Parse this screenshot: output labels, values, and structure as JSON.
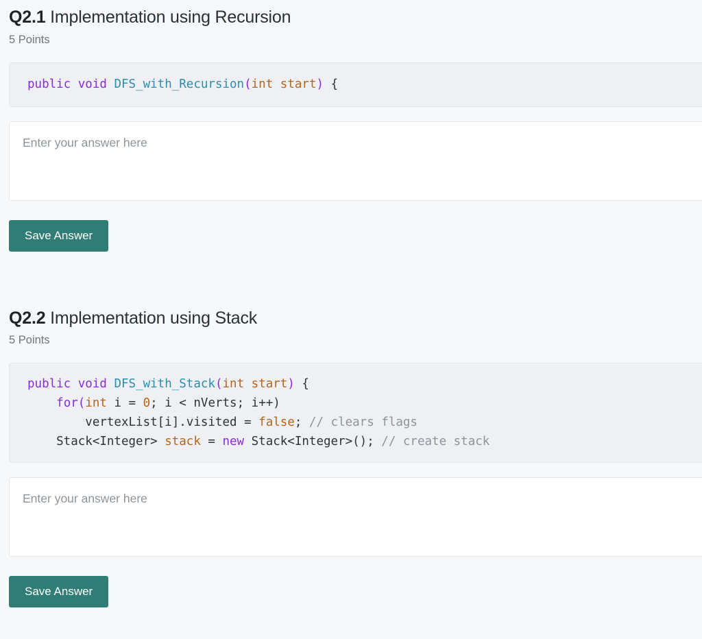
{
  "page": {
    "background_color": "#f7f8f9",
    "accent_color": "#2f7d74",
    "code_background": "#eef0f3"
  },
  "questions": [
    {
      "number": "Q2.1",
      "title": " Implementation using Recursion",
      "points": "5 Points",
      "code_lines": [
        [
          {
            "t": "public void ",
            "c": "kw"
          },
          {
            "t": "DFS_with_Recursion",
            "c": "fn"
          },
          {
            "t": "(",
            "c": "punct"
          },
          {
            "t": "int",
            "c": "type"
          },
          {
            "t": " ",
            "c": "plain"
          },
          {
            "t": "start",
            "c": "var"
          },
          {
            "t": ")",
            "c": "punct"
          },
          {
            "t": " {",
            "c": "plain"
          }
        ]
      ],
      "answer_placeholder": "Enter your answer here",
      "save_label": "Save Answer"
    },
    {
      "number": "Q2.2",
      "title": " Implementation using Stack",
      "points": "5 Points",
      "code_lines": [
        [
          {
            "t": "public void ",
            "c": "kw"
          },
          {
            "t": "DFS_with_Stack",
            "c": "fn"
          },
          {
            "t": "(",
            "c": "punct"
          },
          {
            "t": "int",
            "c": "type"
          },
          {
            "t": " ",
            "c": "plain"
          },
          {
            "t": "start",
            "c": "var"
          },
          {
            "t": ")",
            "c": "punct"
          },
          {
            "t": " {",
            "c": "plain"
          }
        ],
        [
          {
            "t": "    ",
            "c": "plain"
          },
          {
            "t": "for",
            "c": "kw"
          },
          {
            "t": "(",
            "c": "punct"
          },
          {
            "t": "int",
            "c": "type"
          },
          {
            "t": " i = ",
            "c": "plain"
          },
          {
            "t": "0",
            "c": "num"
          },
          {
            "t": "; i < nVerts; i++)",
            "c": "plain"
          }
        ],
        [
          {
            "t": "        vertexList[i].visited = ",
            "c": "plain"
          },
          {
            "t": "false",
            "c": "lit"
          },
          {
            "t": "; ",
            "c": "plain"
          },
          {
            "t": "// clears flags",
            "c": "comment"
          }
        ],
        [
          {
            "t": "    Stack<Integer> ",
            "c": "plain"
          },
          {
            "t": "stack",
            "c": "var"
          },
          {
            "t": " = ",
            "c": "plain"
          },
          {
            "t": "new",
            "c": "kw"
          },
          {
            "t": " Stack<Integer>(); ",
            "c": "plain"
          },
          {
            "t": "// create stack",
            "c": "comment"
          }
        ]
      ],
      "answer_placeholder": "Enter your answer here",
      "save_label": "Save Answer"
    }
  ]
}
